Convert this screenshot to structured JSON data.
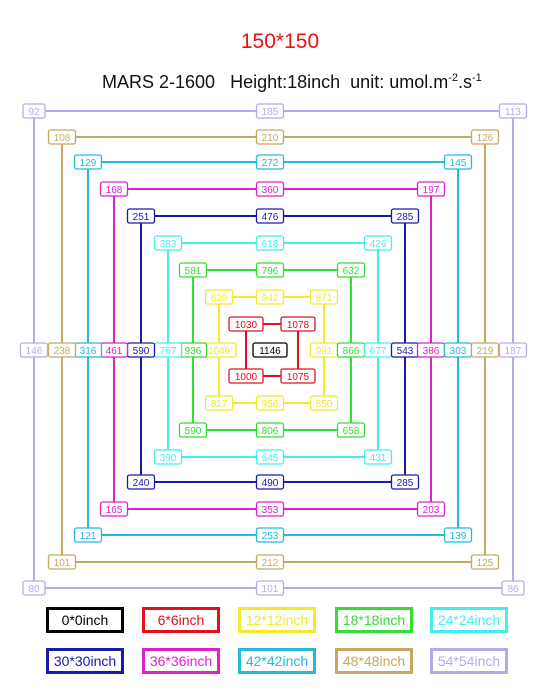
{
  "title": "150*150",
  "subtitle": {
    "model": "MARS 2-1600",
    "height": "Height:18inch",
    "unit_prefix": "unit: umol.m",
    "exp1": "-2",
    "unit_mid": ".s",
    "exp2": "-1"
  },
  "center_value": "1146",
  "rings": [
    {
      "name": "6*6inch",
      "color": "#e01020",
      "values": {
        "tl": "1030",
        "t": "",
        "tr": "1078",
        "l": "",
        "r": "",
        "bl": "1000",
        "b": "",
        "br": "1075"
      }
    },
    {
      "name": "12*12inch",
      "color": "#f2ea2a",
      "values": {
        "tl": "820",
        "t": "942",
        "tr": "871",
        "l": "1046",
        "r": "991",
        "bl": "817",
        "b": "956",
        "br": "850"
      }
    },
    {
      "name": "18*18inch",
      "color": "#33dd33",
      "values": {
        "tl": "581",
        "t": "796",
        "tr": "632",
        "l": "936",
        "r": "866",
        "bl": "590",
        "b": "806",
        "br": "658"
      }
    },
    {
      "name": "24*24inch",
      "color": "#44eeee",
      "values": {
        "tl": "383",
        "t": "618",
        "tr": "426",
        "l": "767",
        "r": "677",
        "bl": "390",
        "b": "645",
        "br": "431"
      }
    },
    {
      "name": "30*30inch",
      "color": "#1a1aaa",
      "values": {
        "tl": "251",
        "t": "476",
        "tr": "285",
        "l": "590",
        "r": "543",
        "bl": "240",
        "b": "490",
        "br": "285"
      }
    },
    {
      "name": "36*36inch",
      "color": "#dd22cc",
      "values": {
        "tl": "168",
        "t": "360",
        "tr": "197",
        "l": "461",
        "r": "386",
        "bl": "165",
        "b": "353",
        "br": "203"
      }
    },
    {
      "name": "42*42inch",
      "color": "#22bbdd",
      "values": {
        "tl": "129",
        "t": "272",
        "tr": "145",
        "l": "316",
        "r": "303",
        "bl": "121",
        "b": "253",
        "br": "139"
      }
    },
    {
      "name": "48*48inch",
      "color": "#c8a860",
      "values": {
        "tl": "108",
        "t": "210",
        "tr": "126",
        "l": "238",
        "r": "219",
        "bl": "101",
        "b": "212",
        "br": "125"
      }
    },
    {
      "name": "54*54inch",
      "color": "#b9a8ee",
      "values": {
        "tl": "92",
        "t": "185",
        "tr": "113",
        "l": "146",
        "r": "187",
        "bl": "80",
        "b": "101",
        "br": "86"
      }
    }
  ],
  "legend": [
    {
      "label": "0*0inch",
      "color": "#000000"
    },
    {
      "label": "6*6inch",
      "color": "#e01020"
    },
    {
      "label": "12*12inch",
      "color": "#f2ea2a"
    },
    {
      "label": "18*18inch",
      "color": "#33dd33"
    },
    {
      "label": "24*24inch",
      "color": "#44eeee"
    },
    {
      "label": "30*30inch",
      "color": "#1a1aaa"
    },
    {
      "label": "36*36inch",
      "color": "#dd22cc"
    },
    {
      "label": "42*42inch",
      "color": "#22bbdd"
    },
    {
      "label": "48*48inch",
      "color": "#c8a860"
    },
    {
      "label": "54*54inch",
      "color": "#b9a8ee"
    }
  ]
}
